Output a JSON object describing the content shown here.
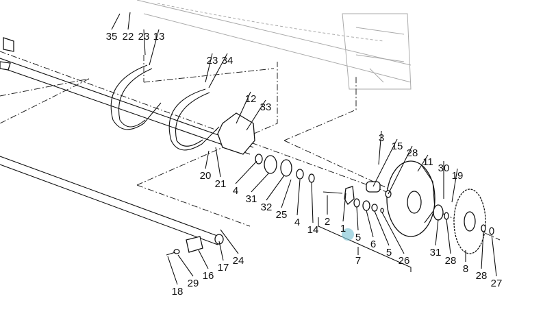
{
  "diagram": {
    "title": "Exploded parts diagram - reel shaft and drive sprocket assembly",
    "callouts": [
      "35",
      "22",
      "23",
      "13",
      "23",
      "34",
      "12",
      "33",
      "3",
      "15",
      "28",
      "11",
      "30",
      "19",
      "20",
      "21",
      "4",
      "31",
      "32",
      "25",
      "4",
      "14",
      "2",
      "1",
      "5",
      "6",
      "5",
      "26",
      "7",
      "31",
      "28",
      "8",
      "28",
      "27",
      "24",
      "17",
      "16",
      "29",
      "18"
    ],
    "cursor_color": "#7fc4d6"
  }
}
